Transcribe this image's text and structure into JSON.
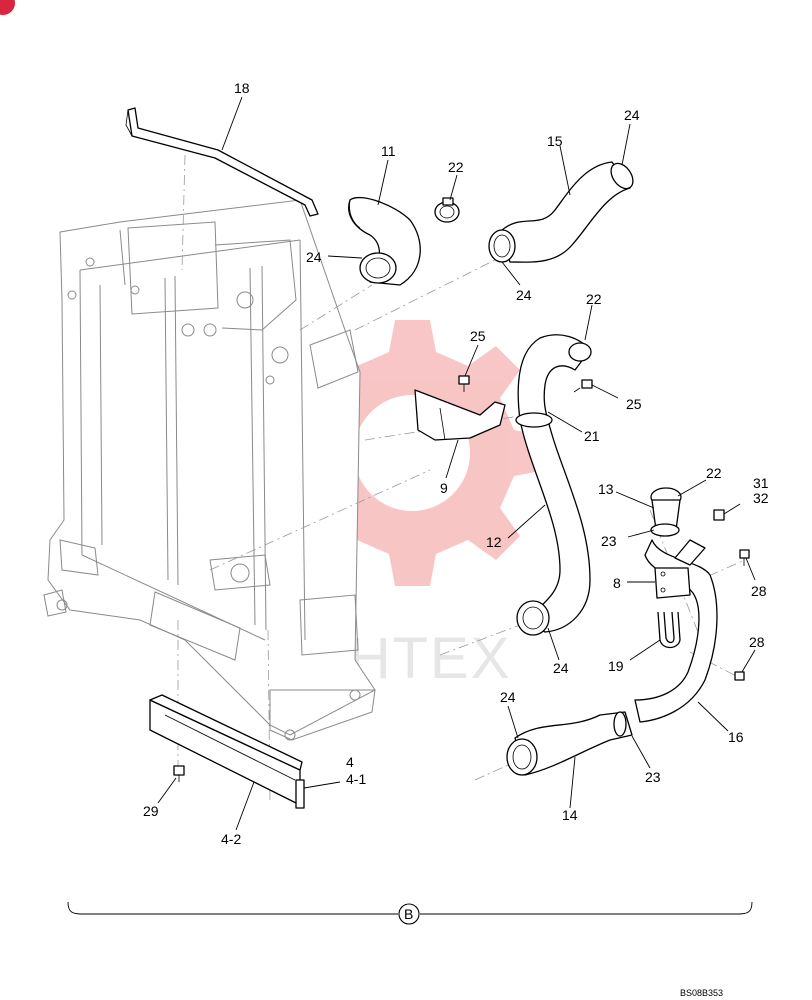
{
  "badge": {
    "color": "#d7263d"
  },
  "watermark": {
    "text": "ИНТЕХ",
    "color": "#f08080"
  },
  "callouts": [
    {
      "id": "c18",
      "text": "18"
    },
    {
      "id": "c11",
      "text": "11"
    },
    {
      "id": "c22a",
      "text": "22"
    },
    {
      "id": "c15",
      "text": "15"
    },
    {
      "id": "c24a",
      "text": "24"
    },
    {
      "id": "c24b",
      "text": "24"
    },
    {
      "id": "c24c",
      "text": "24"
    },
    {
      "id": "c22b",
      "text": "22"
    },
    {
      "id": "c25a",
      "text": "25"
    },
    {
      "id": "c25b",
      "text": "25"
    },
    {
      "id": "c21",
      "text": "21"
    },
    {
      "id": "c9",
      "text": "9"
    },
    {
      "id": "c12",
      "text": "12"
    },
    {
      "id": "c13",
      "text": "13"
    },
    {
      "id": "c22c",
      "text": "22"
    },
    {
      "id": "c31",
      "text": "31"
    },
    {
      "id": "c32",
      "text": "32"
    },
    {
      "id": "c23a",
      "text": "23"
    },
    {
      "id": "c8",
      "text": "8"
    },
    {
      "id": "c28a",
      "text": "28"
    },
    {
      "id": "c24d",
      "text": "24"
    },
    {
      "id": "c19",
      "text": "19"
    },
    {
      "id": "c28b",
      "text": "28"
    },
    {
      "id": "c24e",
      "text": "24"
    },
    {
      "id": "c16",
      "text": "16"
    },
    {
      "id": "c4",
      "text": "4"
    },
    {
      "id": "c4-1",
      "text": "4-1"
    },
    {
      "id": "c29",
      "text": "29"
    },
    {
      "id": "c4-2",
      "text": "4-2"
    },
    {
      "id": "c23b",
      "text": "23"
    },
    {
      "id": "c14",
      "text": "14"
    }
  ],
  "section_marker": {
    "text": "B"
  },
  "drawing_code": "BS08B353"
}
